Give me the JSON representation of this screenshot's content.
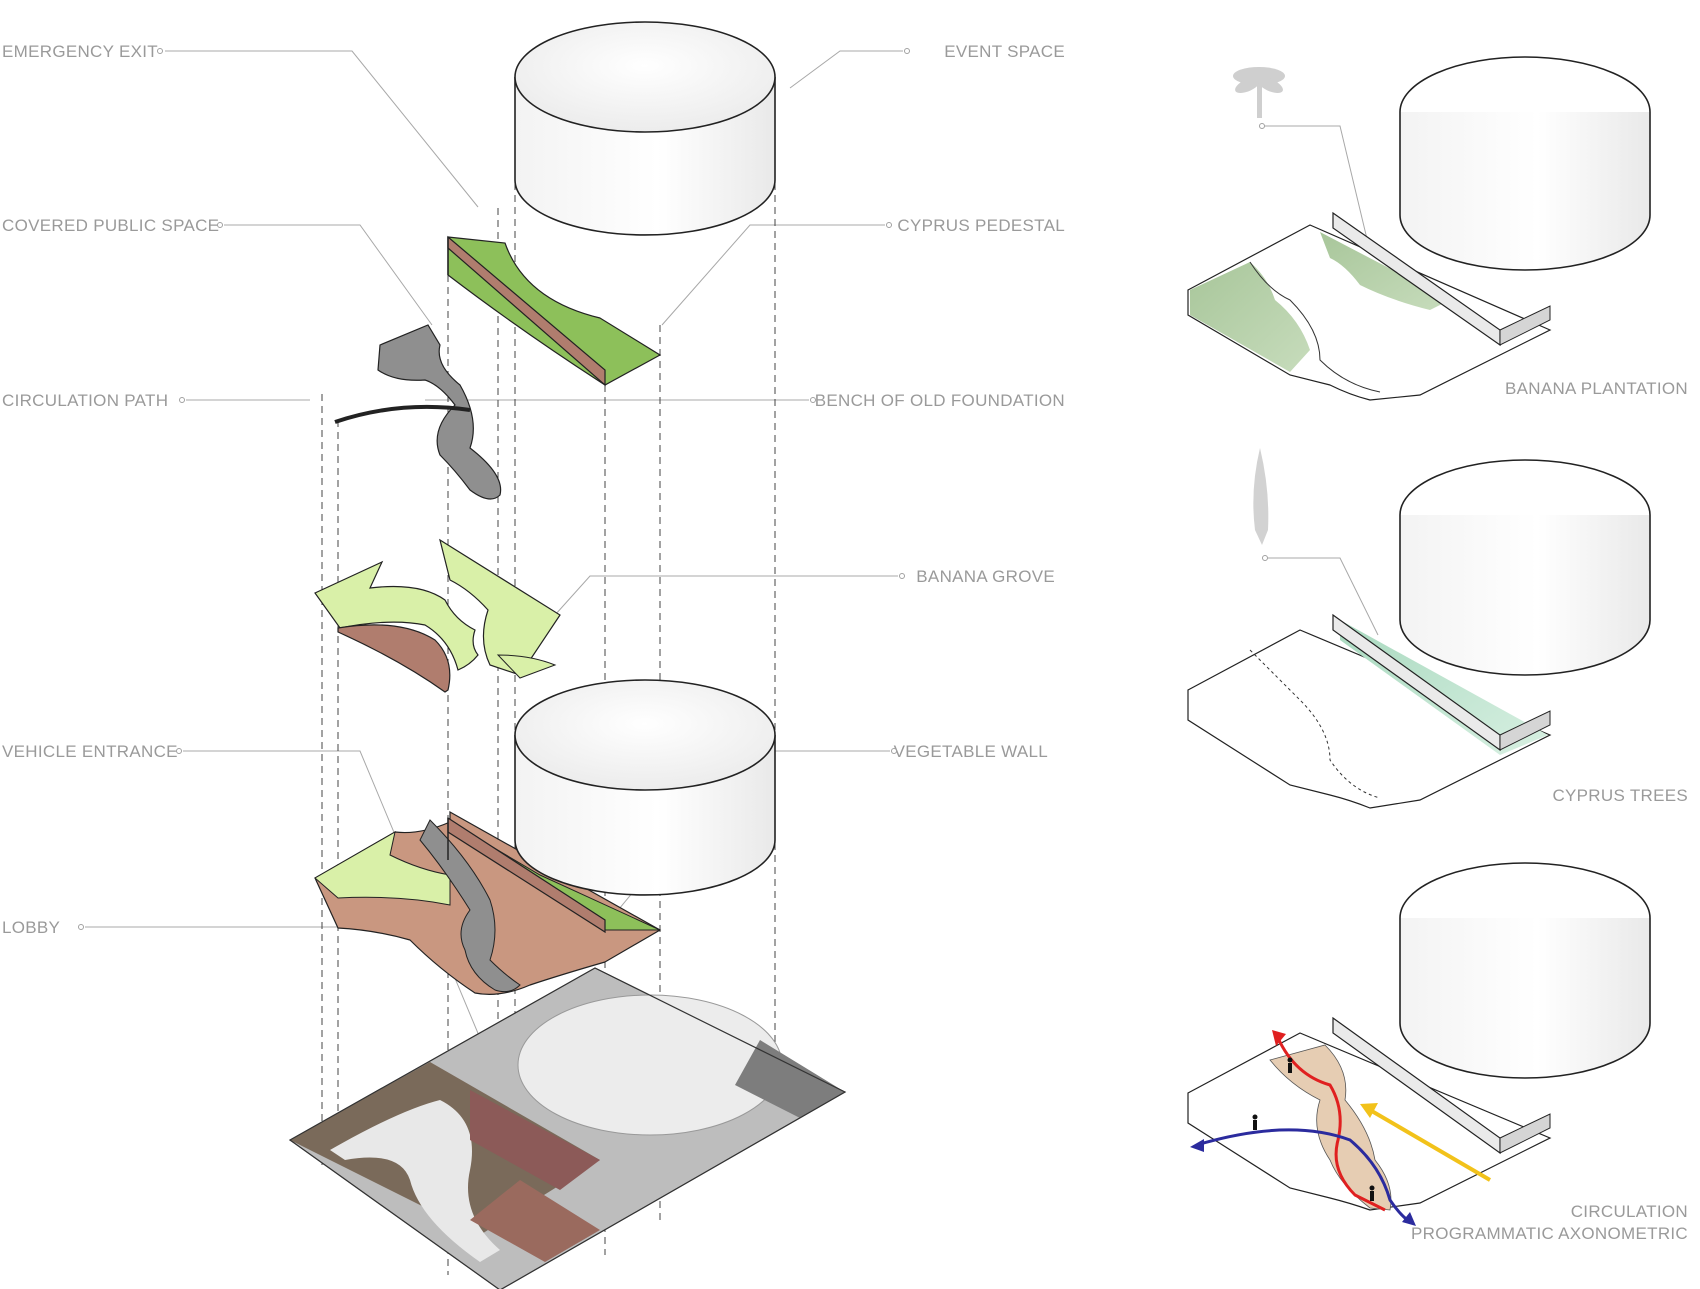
{
  "labels": {
    "emergency_exit": "EMERGENCY EXIT",
    "covered_public_space": "COVERED PUBLIC SPACE",
    "circulation_path": "CIRCULATION PATH",
    "vehicle_entrance": "VEHICLE ENTRANCE",
    "lobby": "LOBBY",
    "event_space": "EVENT SPACE",
    "cyprus_pedestal": "CYPRUS PEDESTAL",
    "bench_of_old_foundation": "BENCH OF OLD FOUNDATION",
    "banana_grove": "BANANA  GROVE",
    "vegetable_wall": "VEGETABLE WALL"
  },
  "side_diagrams": {
    "banana_plantation": "BANANA PLANTATION",
    "cyprus_trees": "CYPRUS TREES",
    "circulation_line1": "CIRCULATION",
    "circulation_line2": "PROGRAMMATIC AXONOMETRIC"
  },
  "colors": {
    "label_gray": "#9a9a9a",
    "grass_green": "#8dc05a",
    "light_green": "#d9f0a8",
    "wood_brown": "#b07d6e",
    "path_gray": "#8f8f8f",
    "terracotta": "#c99780",
    "mint": "#c6e8d6",
    "route_red": "#e02020",
    "route_blue": "#2b2b9e",
    "route_yellow": "#f2c21a"
  }
}
